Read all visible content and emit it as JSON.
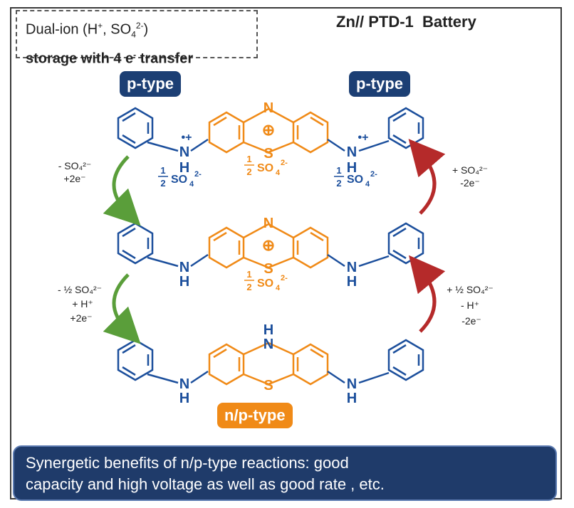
{
  "header": {
    "line1_prefix": "Dual-ion (H",
    "line1_plus": "+",
    "line1_mid": ", SO",
    "line1_sub": "4",
    "line1_sup": "2-",
    "line1_suffix": ")",
    "line2_prefix": "storage with 4 e",
    "line2_sup": "-",
    "line2_suffix": " transfer"
  },
  "title": "Zn// PTD-1  Battery",
  "badges": {
    "p_left": "p-type",
    "p_right": "p-type",
    "np": "n/p-type"
  },
  "atoms": {
    "N": "N",
    "S": "S",
    "H": "H",
    "charge": "⊕",
    "radical": "•+"
  },
  "counterions": {
    "half_num": "1",
    "half_den": "2",
    "so4": "SO",
    "sub": "4",
    "sup": "2-"
  },
  "arrows": {
    "left_top": [
      "- SO₄²⁻",
      "+2e⁻"
    ],
    "right_top": [
      "+ SO₄²⁻",
      "-2e⁻"
    ],
    "left_bottom": [
      "- ½ SO₄²⁻",
      "+ H⁺",
      "+2e⁻"
    ],
    "right_bottom": [
      "+ ½ SO₄²⁻",
      "- H⁺",
      "-2e⁻"
    ]
  },
  "banner": {
    "line1": "Synergetic benefits of n/p-type reactions: good",
    "line2": "capacity and high voltage as well as good rate ,  etc."
  },
  "colors": {
    "blue": "#1c4f9c",
    "orange": "#f08a17",
    "green_arrow": "#5a9e3a",
    "red_arrow": "#b52a2a",
    "banner": "#1f3b6a"
  }
}
